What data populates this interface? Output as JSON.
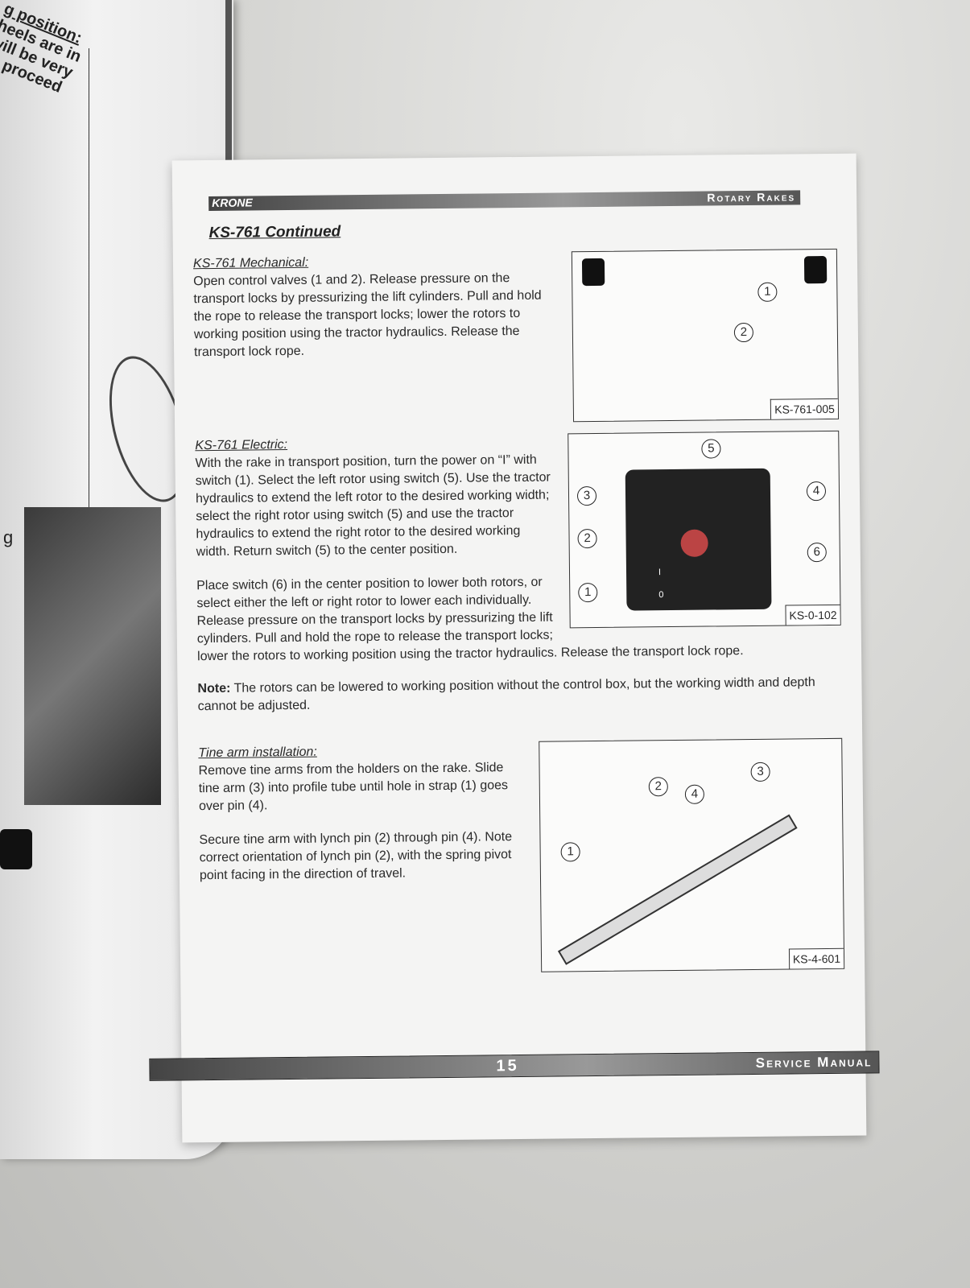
{
  "left_page": {
    "lines": [
      "g position:",
      "heels are in",
      "will be very",
      "ot proceed"
    ],
    "margin_letter": "g"
  },
  "header": {
    "brand": "KRONE",
    "section": "Rotary Rakes"
  },
  "title": "KS-761 Continued",
  "mechanical": {
    "heading": "KS-761 Mechanical:",
    "body": "Open control valves (1 and 2). Release pressure on the transport locks by pressurizing the lift cylinders. Pull and hold the rope to release the transport locks; lower the rotors to working position using the tractor hydraulics. Release the transport lock rope.",
    "figure": "KS-761-005",
    "callouts": [
      "1",
      "2"
    ]
  },
  "electric": {
    "heading": "KS-761 Electric:",
    "body1": "With the rake in transport position, turn the power on “I” with switch (1). Select the left rotor using switch (5). Use the tractor hydraulics to extend the left rotor to the desired working width; select the right rotor using switch (5) and use the tractor hydraulics to extend the right rotor to the desired working width. Return switch (5) to the center position.",
    "body2": "Place switch (6) in the center position to lower both rotors, or select either the left or right rotor to lower each individually. Release pressure on the transport locks by pressurizing the lift cylinders. Pull and hold the rope to release the transport locks; lower the rotors to working position using the tractor hydraulics. Release the transport lock rope.",
    "figure": "KS-0-102",
    "callouts": [
      "5",
      "3",
      "4",
      "2",
      "6",
      "1"
    ],
    "switch_labels": [
      "I",
      "0"
    ]
  },
  "note": {
    "label": "Note:",
    "body": " The rotors can be lowered to working position without the control box, but the working width and depth cannot be adjusted."
  },
  "tine": {
    "heading": "Tine arm installation:",
    "body1": "Remove tine arms from the holders on the rake. Slide tine arm (3) into profile tube until hole in strap (1) goes over pin (4).",
    "body2": "Secure tine arm with lynch pin (2) through pin (4). Note correct orientation of lynch pin (2), with the spring pivot point facing in the direction of travel.",
    "figure": "KS-4-601",
    "callouts": [
      "2",
      "4",
      "3",
      "1"
    ]
  },
  "footer": {
    "page": "15",
    "label": "Service Manual"
  }
}
